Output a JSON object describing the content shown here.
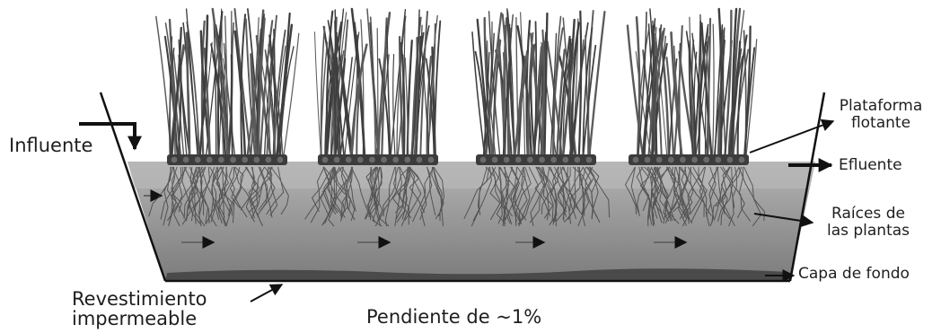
{
  "labels": {
    "influent": "Influente",
    "platform": [
      "Plataforma",
      "flotante"
    ],
    "effluent": "Efluente",
    "roots": [
      "Raíces de",
      "las plantas"
    ],
    "bottom_layer": "Capa de fondo",
    "liner": [
      "Revestimiento",
      "impermeable"
    ],
    "slope": "Pendiente de ~1%"
  },
  "colors": {
    "water_light": "#a8a8a8",
    "water_dark": "#7a7a7a",
    "sediment": "#4a4a4a",
    "platform": "#3c3c3c",
    "plants": "#555555",
    "roots": "#3a3a3a",
    "text": "#1e1e1e"
  }
}
